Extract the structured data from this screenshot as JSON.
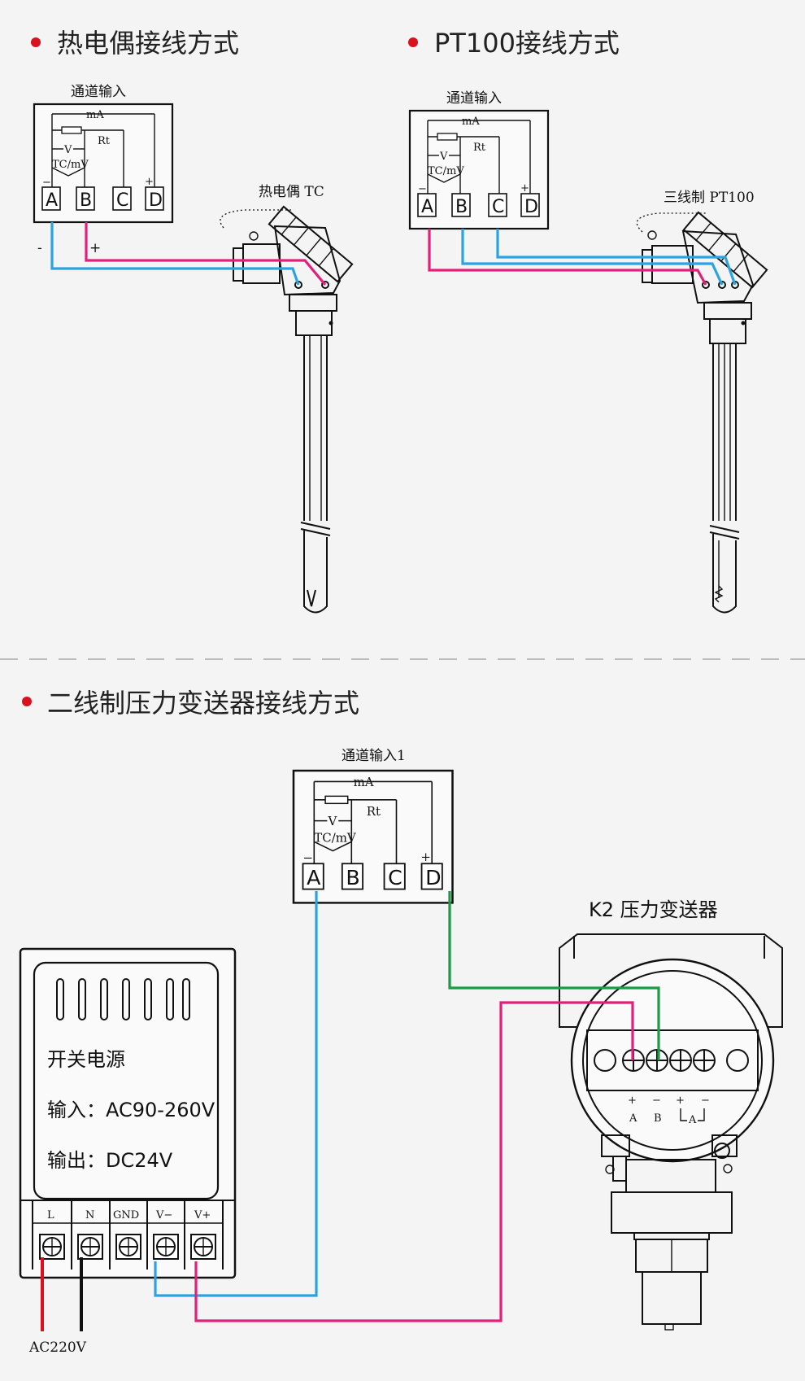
{
  "colors": {
    "bullet": "#d9121e",
    "wire_blue": "#2aa4e0",
    "wire_pink": "#e0207a",
    "wire_green": "#1d9a46",
    "wire_red": "#d9121e",
    "divider": "#aaaaaa"
  },
  "sections": {
    "thermocouple": {
      "title": "热电偶接线方式",
      "channel_label": "通道输入",
      "sensor_label": "热电偶 TC",
      "minus": "-",
      "plus": "+"
    },
    "pt100": {
      "title": "PT100接线方式",
      "channel_label": "通道输入",
      "sensor_label": "三线制 PT100"
    },
    "pressure": {
      "title": "二线制压力变送器接线方式",
      "channel_label": "通道输入1",
      "transmitter_label": "K2 压力变送器"
    }
  },
  "input_box": {
    "ma": "mA",
    "rt": "Rt",
    "v": "V",
    "tcmv": "TC/mV",
    "terminals": [
      "A",
      "B",
      "C",
      "D"
    ],
    "minus": "−",
    "plus": "+"
  },
  "power_supply": {
    "title": "开关电源",
    "input": "输入：AC90-260V",
    "output": "输出：DC24V",
    "terminals": [
      "L",
      "N",
      "GND",
      "V−",
      "V+"
    ],
    "mains_label": "AC220V"
  },
  "transmitter_terminals": {
    "signs": [
      "+",
      "−",
      "+",
      "−"
    ],
    "letters": [
      "A",
      "B",
      "A"
    ]
  }
}
